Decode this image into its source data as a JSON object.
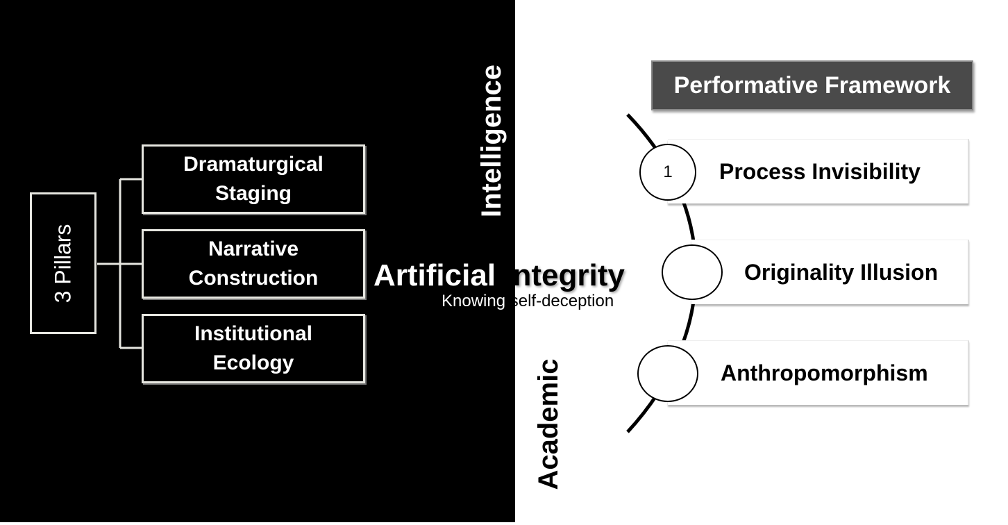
{
  "pillars_label": "3 Pillars",
  "pillars": [
    {
      "label": "Dramaturgical\nStaging"
    },
    {
      "label": "Narrative\nConstruction"
    },
    {
      "label": "Institutional\nEcology"
    }
  ],
  "vertical_top": "Intelligence",
  "vertical_bottom": "Academic",
  "title_word1": "Artificial ",
  "title_word2": "Integrity",
  "subtitle_part1": "Knowing ",
  "subtitle_part2": "self-deception",
  "framework_header": "Performative Framework",
  "framework_items": [
    {
      "number": "1",
      "label": "Process Invisibility"
    },
    {
      "number": "",
      "label": "Originality Illusion"
    },
    {
      "number": "",
      "label": "Anthropomorphism"
    }
  ],
  "colors": {
    "left_bg": "#000000",
    "right_bg": "#ffffff",
    "header_bg": "#4a4a4a"
  }
}
